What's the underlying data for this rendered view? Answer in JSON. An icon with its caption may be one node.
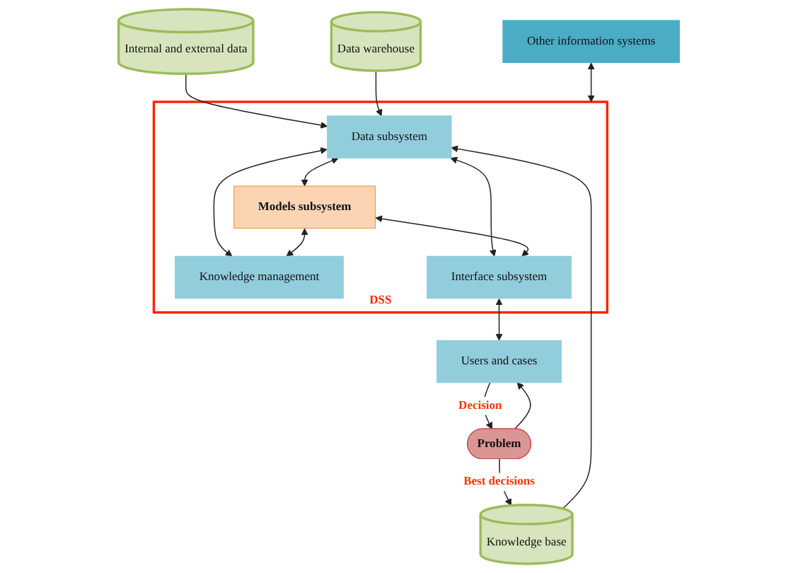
{
  "diagram": {
    "nodes": [
      {
        "text": [
          "Other information systems"
        ]
      },
      {
        "text": [
          "DSS"
        ]
      },
      {
        "text": [
          "Data subsystem"
        ],
        "in": 1
      },
      {
        "text": [
          "Models subsystem"
        ],
        "in": 1
      },
      {
        "text": [
          "Knowledge management"
        ],
        "in": 1
      },
      {
        "text": [
          "Interface subsystem"
        ],
        "in": 1
      },
      {
        "text": [
          "Internal and external data"
        ]
      },
      {
        "text": [
          "Data warehouse"
        ]
      },
      {
        "text": [
          "Knowledge base"
        ]
      },
      {
        "text": [
          "Users and cases"
        ]
      },
      {
        "text": [
          "Problem"
        ]
      }
    ],
    "edges": [
      {
        "from": 0,
        "to": 1,
        "arrow": "both"
      },
      {
        "from": 6,
        "to": 2,
        "arrow": "to"
      },
      {
        "from": 7,
        "to": 2,
        "arrow": "to"
      },
      {
        "from": 8,
        "to": 2,
        "arrow": "to"
      },
      {
        "from": 2,
        "to": 3,
        "arrow": "both"
      },
      {
        "from": 2,
        "to": 4,
        "arrow": "both"
      },
      {
        "from": 2,
        "to": 5,
        "arrow": "both"
      },
      {
        "from": 3,
        "to": 4,
        "arrow": "both"
      },
      {
        "from": 3,
        "to": 5,
        "arrow": "both"
      },
      {
        "from": 5,
        "to": 9,
        "arrow": "both"
      },
      {
        "from": 10,
        "to": 8,
        "arrow": "to",
        "label": "Best decisions"
      },
      {
        "from": 10,
        "to": 9,
        "arrow": "to"
      },
      {
        "from": 9,
        "to": 10,
        "arrow": "to",
        "label": "Decision"
      }
    ]
  }
}
